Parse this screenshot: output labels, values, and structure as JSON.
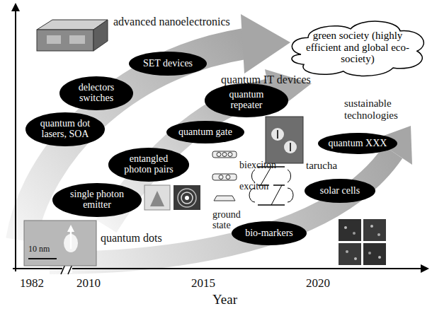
{
  "diagram": {
    "nodes": [
      {
        "text": [
          "green society (highly efficient and global eco-society)"
        ]
      },
      {
        "text": [
          "SET devices"
        ]
      },
      {
        "text": [
          "delectors switches"
        ]
      },
      {
        "text": [
          "quantum repeater"
        ]
      },
      {
        "text": [
          "quantum dot lasers, SOA"
        ]
      },
      {
        "text": [
          "quantum gate"
        ]
      },
      {
        "text": [
          "quantum XXX"
        ]
      },
      {
        "text": [
          "entangled photon pairs"
        ]
      },
      {
        "text": [
          "solar cells"
        ]
      },
      {
        "text": [
          "single photon emitter"
        ]
      },
      {
        "text": [
          "bio-markers"
        ]
      }
    ],
    "labels": [
      "advanced nanoelectronics",
      "quantum IT devices",
      "sustainable technologies",
      "biexciton",
      "tarucha",
      "exciton",
      "ground state",
      "quantum dots",
      "10 nm",
      "1982",
      "2010",
      "2015",
      "2020",
      "Year"
    ]
  }
}
